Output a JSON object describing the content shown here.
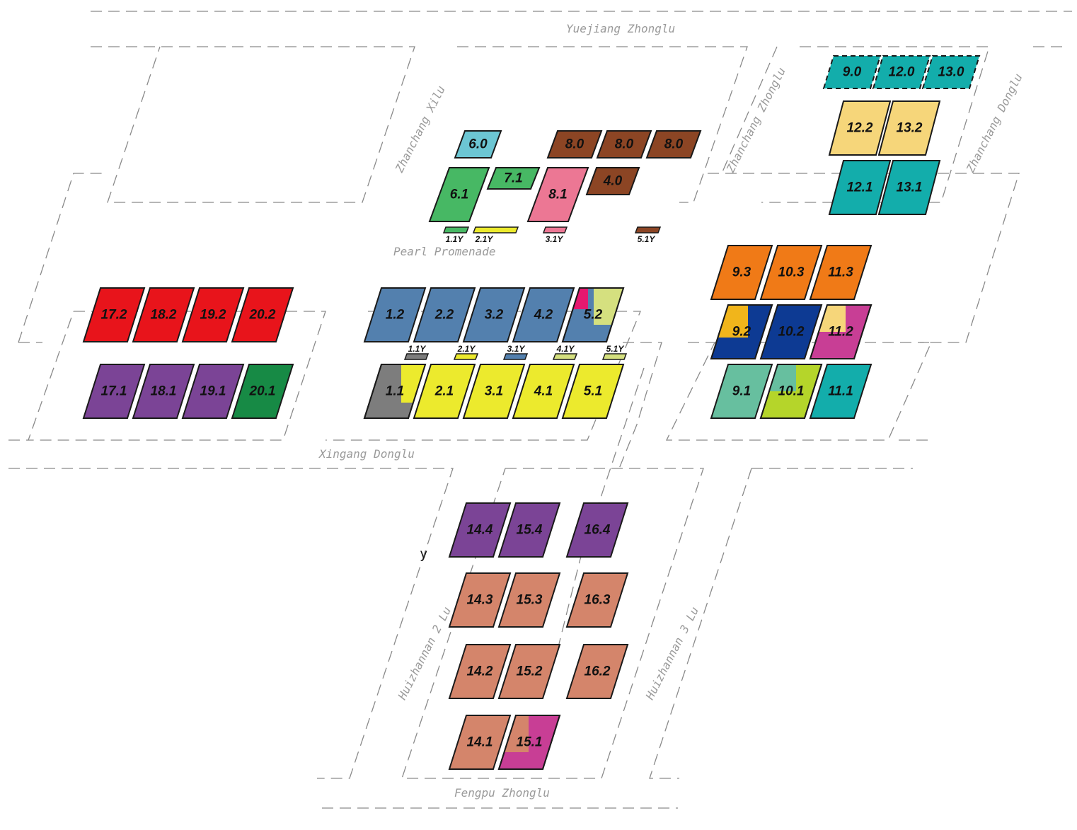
{
  "map": {
    "roads": {
      "yuejiang": "Yuejiang Zhonglu",
      "xilu": "Zhanchang Xilu",
      "zhonglu": "Zhanchang Zhonglu",
      "donglu": "Zhanchang Donglu",
      "pearl": "Pearl Promenade",
      "xingang": "Xingang Donglu",
      "hz2": "Huizhannan 2 Lu",
      "hz3": "Huizhannan 3 Lu",
      "fengpu": "Fengpu Zhonglu"
    },
    "stray_text": "y",
    "colors": {
      "red": "#e8141b",
      "purple": "#7b4496",
      "green_dark": "#178a45",
      "steel_blue": "#5380ae",
      "yellow": "#ecea2d",
      "gray": "#7d7d7d",
      "pink_accent": "#e6186f",
      "light_green": "#d5e07f",
      "orange": "#f07a17",
      "navy": "#0d3a93",
      "gold": "#f1b51b",
      "magenta": "#c83e95",
      "light_tan": "#f6d67a",
      "mint": "#67bf9f",
      "lime": "#b5d52a",
      "teal": "#13adab",
      "sky": "#6cc6d3",
      "green": "#47b864",
      "rose": "#ec7794",
      "brown": "#8c4524",
      "salmon": "#d4856b"
    },
    "halls": [
      {
        "label": "6.0",
        "color": "#6cc6d3"
      },
      {
        "label": "6.1",
        "color": "#47b864"
      },
      {
        "label": "7.1",
        "color": "#47b864"
      },
      {
        "label": "8.1",
        "color": "#ec7794"
      },
      {
        "label": "8.0",
        "color": "#8c4524"
      },
      {
        "label": "8.0",
        "color": "#8c4524"
      },
      {
        "label": "8.0",
        "color": "#8c4524"
      },
      {
        "label": "4.0",
        "color": "#8c4524"
      },
      {
        "label": "9.0",
        "color": "#13adab",
        "note": "dashed outline"
      },
      {
        "label": "12.0",
        "color": "#13adab",
        "note": "dashed outline"
      },
      {
        "label": "13.0",
        "color": "#13adab",
        "note": "dashed outline"
      },
      {
        "label": "12.2",
        "color": "#f6d67a"
      },
      {
        "label": "13.2",
        "color": "#f6d67a"
      },
      {
        "label": "12.1",
        "color": "#13adab"
      },
      {
        "label": "13.1",
        "color": "#13adab"
      },
      {
        "label": "17.2",
        "color": "#e8141b"
      },
      {
        "label": "18.2",
        "color": "#e8141b"
      },
      {
        "label": "19.2",
        "color": "#e8141b"
      },
      {
        "label": "20.2",
        "color": "#e8141b"
      },
      {
        "label": "17.1",
        "color": "#7b4496"
      },
      {
        "label": "18.1",
        "color": "#7b4496"
      },
      {
        "label": "19.1",
        "color": "#7b4496"
      },
      {
        "label": "20.1",
        "color": "#178a45"
      },
      {
        "label": "1.2",
        "color": "#5380ae"
      },
      {
        "label": "2.2",
        "color": "#5380ae"
      },
      {
        "label": "3.2",
        "color": "#5380ae"
      },
      {
        "label": "4.2",
        "color": "#5380ae"
      },
      {
        "label": "5.2",
        "color": "#5380ae",
        "accents": [
          "#e6186f",
          "#d5e07f"
        ]
      },
      {
        "label": "1.1",
        "color": "#7d7d7d",
        "accents": [
          "#ecea2d"
        ]
      },
      {
        "label": "2.1",
        "color": "#ecea2d"
      },
      {
        "label": "3.1",
        "color": "#ecea2d"
      },
      {
        "label": "4.1",
        "color": "#ecea2d"
      },
      {
        "label": "5.1",
        "color": "#ecea2d"
      },
      {
        "label": "9.3",
        "color": "#f07a17"
      },
      {
        "label": "10.3",
        "color": "#f07a17"
      },
      {
        "label": "11.3",
        "color": "#f07a17"
      },
      {
        "label": "9.2",
        "color": "#0d3a93",
        "accents": [
          "#f1b51b"
        ]
      },
      {
        "label": "10.2",
        "color": "#0d3a93"
      },
      {
        "label": "11.2",
        "color": "#c83e95",
        "accents": [
          "#f6d67a"
        ]
      },
      {
        "label": "9.1",
        "color": "#67bf9f"
      },
      {
        "label": "10.1",
        "color": "#b5d52a",
        "accents": [
          "#67bf9f"
        ]
      },
      {
        "label": "11.1",
        "color": "#13adab"
      },
      {
        "label": "14.4",
        "color": "#7b4496"
      },
      {
        "label": "15.4",
        "color": "#7b4496"
      },
      {
        "label": "16.4",
        "color": "#7b4496"
      },
      {
        "label": "14.3",
        "color": "#d4856b"
      },
      {
        "label": "15.3",
        "color": "#d4856b"
      },
      {
        "label": "16.3",
        "color": "#d4856b"
      },
      {
        "label": "14.2",
        "color": "#d4856b"
      },
      {
        "label": "15.2",
        "color": "#d4856b"
      },
      {
        "label": "16.2",
        "color": "#d4856b"
      },
      {
        "label": "14.1",
        "color": "#d4856b"
      },
      {
        "label": "15.1",
        "color": "#c83e95",
        "accents": [
          "#d4856b"
        ]
      }
    ],
    "bridges_top": [
      {
        "label": "1.1Y",
        "color": "#47b864"
      },
      {
        "label": "2.1Y",
        "color": "#ecea2d"
      },
      {
        "label": "3.1Y",
        "color": "#ec7794"
      },
      {
        "label": "5.1Y",
        "color": "#8c4524"
      }
    ],
    "bridges_mid": [
      {
        "label": "1.1Y",
        "color": "#7d7d7d"
      },
      {
        "label": "2.1Y",
        "color": "#ecea2d"
      },
      {
        "label": "3.1Y",
        "color": "#5380ae"
      },
      {
        "label": "4.1Y",
        "color": "#d5e07f"
      },
      {
        "label": "5.1Y",
        "color": "#d5e07f"
      }
    ]
  }
}
